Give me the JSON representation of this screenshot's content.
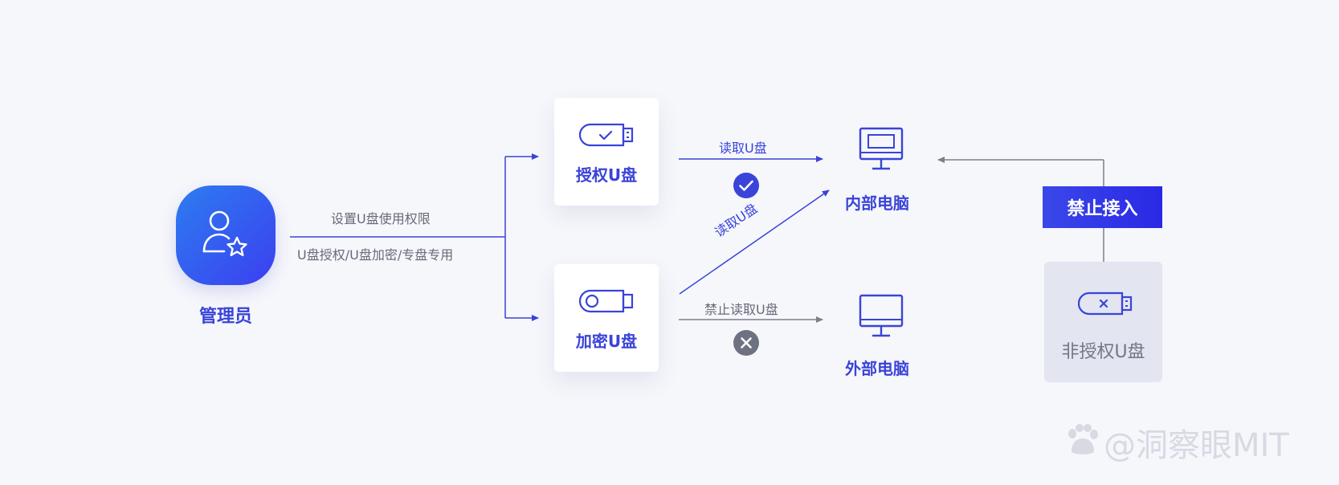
{
  "colors": {
    "background": "#f6f7fb",
    "accent_blue": "#3a44d8",
    "gray_line": "#7c7f8c",
    "badge_gradient_start": "#3a48e8",
    "badge_gradient_end": "#2a28e6",
    "unauthorized_box": "#e3e5f1"
  },
  "admin": {
    "label": "管理员",
    "icon": "user-star-icon"
  },
  "policy": {
    "label_top": "设置U盘使用权限",
    "label_bottom": "U盘授权/U盘加密/专盘专用"
  },
  "authorized_usb": {
    "label": "授权U盘",
    "icon": "usb-check-icon"
  },
  "encrypted_usb": {
    "label": "加密U盘",
    "icon": "usb-lock-icon"
  },
  "edges": {
    "auth_to_internal": "读取U盘",
    "encrypted_to_internal": "读取U盘",
    "encrypted_to_external": "禁止读取U盘"
  },
  "status": {
    "allowed_icon": "check-circle-icon",
    "denied_icon": "x-circle-icon"
  },
  "internal_pc": {
    "label": "内部电脑",
    "icon": "monitor-icon"
  },
  "external_pc": {
    "label": "外部电脑",
    "icon": "monitor-icon"
  },
  "block": {
    "label": "禁止接入"
  },
  "unauthorized_usb": {
    "label": "非授权U盘",
    "icon": "usb-x-icon"
  },
  "watermark": {
    "text": "@洞察眼MIT",
    "logo": "du-paw-logo"
  }
}
